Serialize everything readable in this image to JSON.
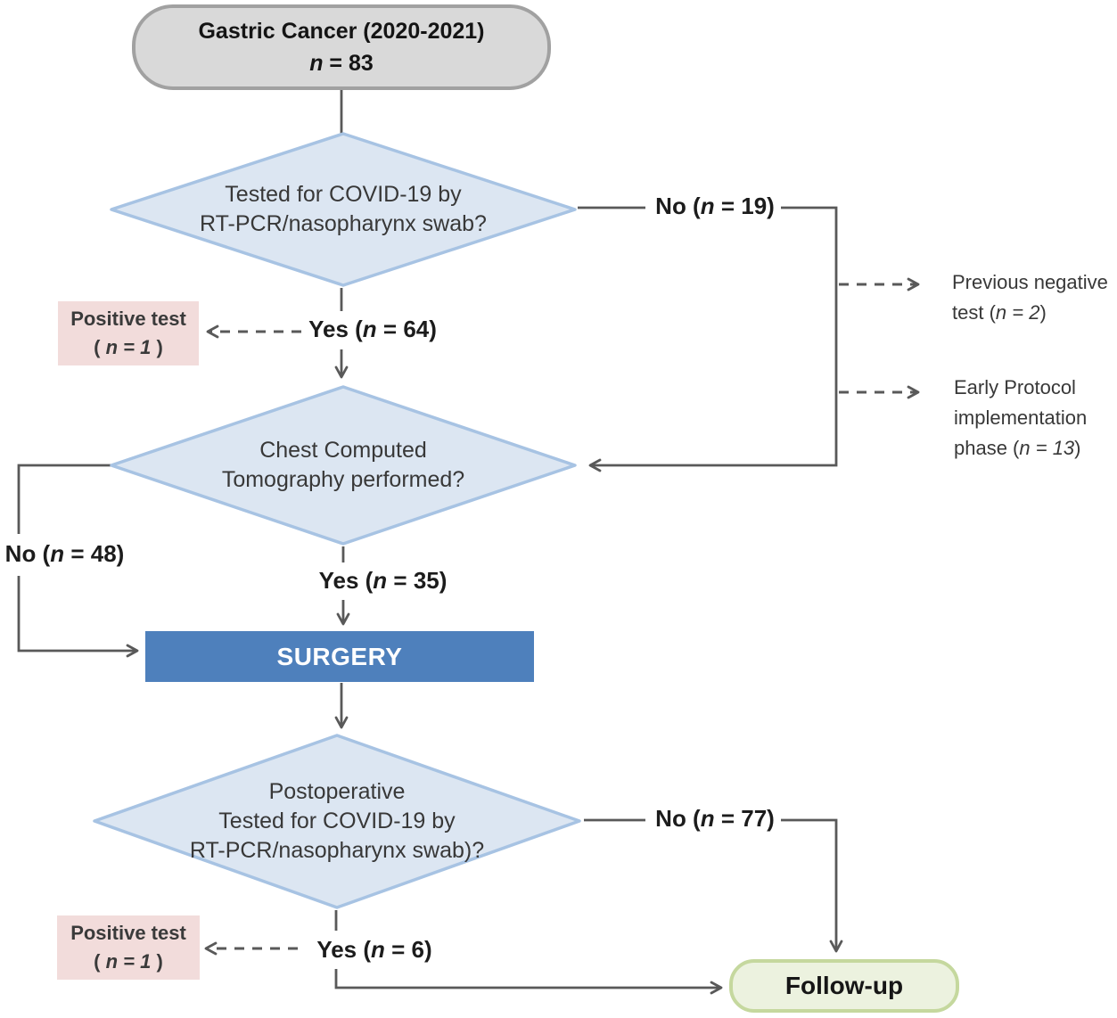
{
  "colors": {
    "diamond_fill": "#DCE6F2",
    "diamond_border": "#A7C3E3",
    "start_fill": "#D9D9D9",
    "start_border": "#A1A1A1",
    "surgery_fill": "#4E80BC",
    "positive_fill": "#F2DCDB",
    "followup_fill": "#ECF2DF",
    "followup_border": "#C5D89E",
    "line_color": "#595959"
  },
  "nodes": {
    "start": {
      "line1": "Gastric Cancer (2020-2021)",
      "it": "n",
      "post": " = 83"
    },
    "decision1": {
      "text": "Tested for COVID-19 by\nRT-PCR/nasopharynx swab?"
    },
    "decision2": {
      "text": "Chest Computed\nTomography performed?"
    },
    "decision3": {
      "text": "Postoperative\nTested for COVID-19 by\nRT-PCR/nasopharynx swab)?"
    },
    "surgery": {
      "label": "SURGERY"
    },
    "followup": {
      "label": "Follow-up"
    },
    "positive1": {
      "line1": "Positive test",
      "pre": "( ",
      "it": "n = 1",
      "post": " )"
    },
    "positive2": {
      "line1": "Positive test",
      "pre": "( ",
      "it": "n = 1",
      "post": " )"
    }
  },
  "labels": {
    "no1": {
      "pre": "No (",
      "it": "n",
      "post": " = 19)"
    },
    "yes1": {
      "pre": "Yes (",
      "it": "n",
      "post": " = 64)"
    },
    "no2": {
      "pre": "No (",
      "it": "n",
      "post": " = 48)"
    },
    "yes2": {
      "pre": "Yes (",
      "it": "n",
      "post": " = 35)"
    },
    "no3": {
      "pre": "No (",
      "it": "n",
      "post": " = 77)"
    },
    "yes3": {
      "pre": "Yes (",
      "it": "n",
      "post": " = 6)"
    }
  },
  "annotations": {
    "prev_negative": {
      "pre": "Previous negative\ntest (",
      "it": "n = 2",
      "post": ")"
    },
    "early_protocol": {
      "pre": "Early Protocol\nimplementation\nphase (",
      "it": "n = 13",
      "post": ")"
    }
  }
}
